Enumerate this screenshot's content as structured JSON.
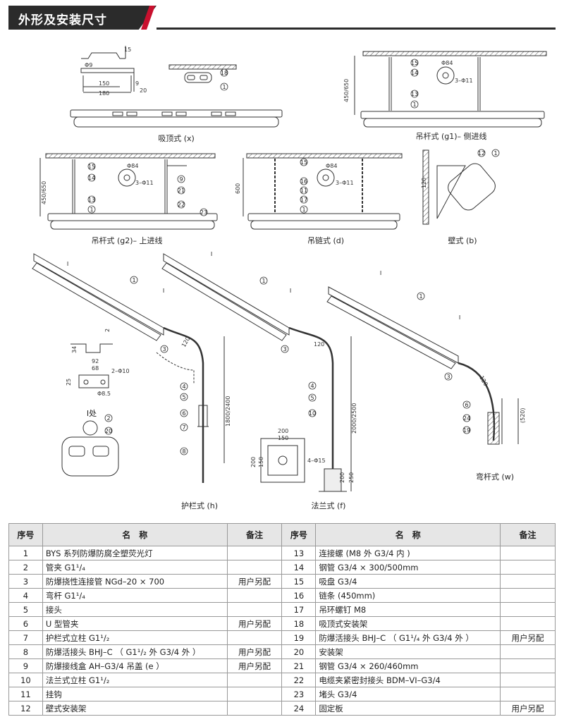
{
  "header": {
    "title": "外形及安装尺寸"
  },
  "figures": {
    "captions": {
      "x": "吸顶式 (x)",
      "g1": "吊杆式 (g1)– 侧进线",
      "g2": "吊杆式 (g2)– 上进线",
      "d": "吊链式 (d)",
      "b": "壁式 (b)",
      "h": "护栏式 (h)",
      "f": "法兰式 (f)",
      "w": "弯杆式 (w)",
      "detail": "Ⅰ处"
    },
    "dims": {
      "x_15": "15",
      "x_phi9": "Φ9",
      "x_150": "150",
      "x_180": "180",
      "x_9": "9",
      "x_20": "20",
      "g1_h": "450/650",
      "g1_phi": "Φ84",
      "g1_holes": "3–Φ11",
      "g2_h": "450/650",
      "g2_phi": "Φ84",
      "g2_holes": "3–Φ11",
      "d_h": "600",
      "d_phi": "Φ84",
      "d_holes": "3–Φ11",
      "b_120": "120",
      "h_2": "2",
      "h_34": "34",
      "h_92": "92",
      "h_68": "68",
      "h_2phi10": "2–Φ10",
      "h_25": "25",
      "h_phi85": "Φ8.5",
      "h_120": "120",
      "h_len": "1800/2400",
      "f_120": "120",
      "f_len": "2000/2500",
      "f_200a": "200",
      "f_150a": "150",
      "f_200b": "200",
      "f_150b": "150",
      "f_holes": "4–Φ15",
      "f_200c": "200",
      "f_250": "250",
      "w_120": "120",
      "w_520": "(520)"
    },
    "callouts": {
      "n1": "1",
      "n2": "2",
      "n3": "3",
      "n4": "4",
      "n5": "5",
      "n6": "6",
      "n7": "7",
      "n8": "8",
      "n9": "9",
      "n10": "10",
      "n12": "12",
      "n13": "13",
      "n14": "14",
      "n15": "15",
      "n16": "16",
      "n17": "17",
      "n18": "18",
      "n19": "19",
      "n20": "20",
      "n21": "21",
      "n22": "22",
      "n23": "23",
      "n24": "24",
      "nI": "Ⅰ"
    }
  },
  "table": {
    "headers": [
      "序号",
      "名　称",
      "备注",
      "序号",
      "名　称",
      "备注"
    ],
    "rows": [
      {
        "no1": "1",
        "name1": "BYS 系列防爆防腐全塑荧光灯",
        "note1": "",
        "no2": "13",
        "name2": "连接螺 (M8 外 G3/4 内 )",
        "note2": ""
      },
      {
        "no1": "2",
        "name1": "管夹 G1¹/₄",
        "note1": "",
        "no2": "14",
        "name2": "钢管 G3/4 × 300/500mm",
        "note2": ""
      },
      {
        "no1": "3",
        "name1": "防爆挠性连接管 NGd–20 × 700",
        "note1": "用户另配",
        "no2": "15",
        "name2": "吸盘 G3/4",
        "note2": ""
      },
      {
        "no1": "4",
        "name1": "弯杆 G1¹/₄",
        "note1": "",
        "no2": "16",
        "name2": "链条 (450mm)",
        "note2": ""
      },
      {
        "no1": "5",
        "name1": "接头",
        "note1": "",
        "no2": "17",
        "name2": "吊环螺钉 M8",
        "note2": ""
      },
      {
        "no1": "6",
        "name1": "U 型管夹",
        "note1": "用户另配",
        "no2": "18",
        "name2": "吸顶式安装架",
        "note2": ""
      },
      {
        "no1": "7",
        "name1": "护栏式立柱 G1¹/₂",
        "note1": "",
        "no2": "19",
        "name2": "防爆活接头 BHJ–C （ G1¹/₄ 外 G3/4 外 ）",
        "note2": "用户另配"
      },
      {
        "no1": "8",
        "name1": "防爆活接头 BHJ–C （ G1¹/₂ 外 G3/4 外 ）",
        "note1": "用户另配",
        "no2": "20",
        "name2": "安装架",
        "note2": ""
      },
      {
        "no1": "9",
        "name1": "防爆接线盒 AH–G3/4 吊盖 (e ）",
        "note1": "用户另配",
        "no2": "21",
        "name2": "钢管 G3/4 × 260/460mm",
        "note2": ""
      },
      {
        "no1": "10",
        "name1": "法兰式立柱 G1¹/₂",
        "note1": "",
        "no2": "22",
        "name2": "电缆夹紧密封接头 BDM–VI–G3/4",
        "note2": ""
      },
      {
        "no1": "11",
        "name1": "挂钩",
        "note1": "",
        "no2": "23",
        "name2": "堵头 G3/4",
        "note2": ""
      },
      {
        "no1": "12",
        "name1": "壁式安装架",
        "note1": "",
        "no2": "24",
        "name2": "固定板",
        "note2": "用户另配"
      }
    ]
  },
  "colors": {
    "header_dark": "#2b2b2b",
    "header_red": "#c8102e",
    "table_head": "#e6e6e6"
  }
}
